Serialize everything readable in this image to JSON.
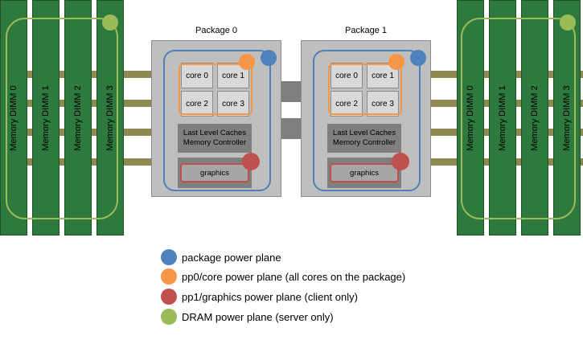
{
  "dimms_left": [
    "Memory DIMM 0",
    "Memory DIMM 1",
    "Memory DIMM 2",
    "Memory DIMM 3"
  ],
  "dimms_right": [
    "Memory DIMM 0",
    "Memory DIMM 1",
    "Memory DIMM 2",
    "Memory DIMM 3"
  ],
  "packages": [
    {
      "title": "Package 0",
      "cores": [
        "core 0",
        "core 1",
        "core 2",
        "core 3"
      ],
      "llc_line1": "Last Level Caches",
      "llc_line2": "Memory Controller",
      "graphics": "graphics"
    },
    {
      "title": "Package 1",
      "cores": [
        "core 0",
        "core 1",
        "core 2",
        "core 3"
      ],
      "llc_line1": "Last Level Caches",
      "llc_line2": "Memory Controller",
      "graphics": "graphics"
    }
  ],
  "legend": [
    {
      "label": "package power plane",
      "color": "#4f81bd"
    },
    {
      "label": "pp0/core power plane (all cores on the package)",
      "color": "#f79646"
    },
    {
      "label": "pp1/graphics power plane (client only)",
      "color": "#c0504d"
    },
    {
      "label": "DRAM power plane (server only)",
      "color": "#9bbb59"
    }
  ]
}
